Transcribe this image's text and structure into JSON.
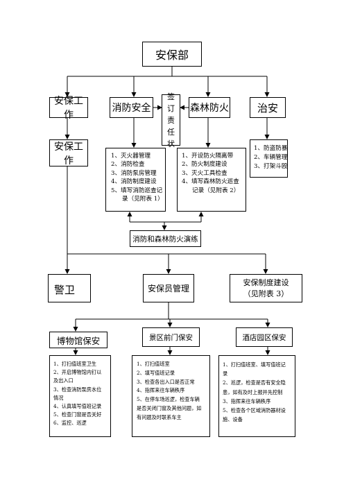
{
  "top": {
    "title": "安保部"
  },
  "row1": {
    "security_work": "安保工作",
    "fire_safety": "消防安全",
    "responsibility": "签订责任状",
    "forest_fire": "森林防火",
    "public_order": "治安"
  },
  "row2": {
    "security_work": "安保工作",
    "fire_items": [
      "1、灭火器管理",
      "2、消防检查",
      "3、消防泵房管理",
      "4、消防制度建设",
      "5、填写消防巡查记",
      "录（见附表 1）"
    ],
    "forest_items": [
      "1、开设防火隔离带",
      "2、防火制度建设",
      "3、灭火工具检查",
      "4、填写森林防火巡查",
      "记录（见附表 2）"
    ],
    "order_items": [
      "1、防盗防暴",
      "2、车辆管理",
      "3、打架斗殴"
    ]
  },
  "drill": "消防和森林防火演练",
  "row3": {
    "guard": "警卫",
    "staff_management": "安保员管理",
    "system_line1": "安保制度建设",
    "system_line2": "（见附表 3）"
  },
  "row4": {
    "museum": "博物馆保安",
    "gate": "景区前门保安",
    "hotel": "酒店园区保安"
  },
  "row5": {
    "museum_items": [
      "1、打扫值班室卫生",
      "2、开启博物馆内钉以",
      "及出入口",
      "3、检查消防泵房水位",
      "情况",
      "4、认真填写值班记录",
      "5、检查门窗是否关好",
      "6、监控、巡逻"
    ],
    "gate_items": [
      "1、打扫值班室",
      "2、填写值班记录",
      "3、检查各出入口是否正常",
      "4、指挥来往车辆秩序",
      "5、在停车场巡逻，检查车辆",
      "是否关闭门窗及其他问题，如",
      "有问题及时联系车主"
    ],
    "hotel_items": [
      "1、打扫值班室、填写值班记",
      "录",
      "2、巡逻，检查是否有安全隐",
      "患，如有及时上报并先控制",
      "3、指挥来往车辆秩序",
      "5、检查各个区域消防器材设",
      "施、设备"
    ]
  }
}
